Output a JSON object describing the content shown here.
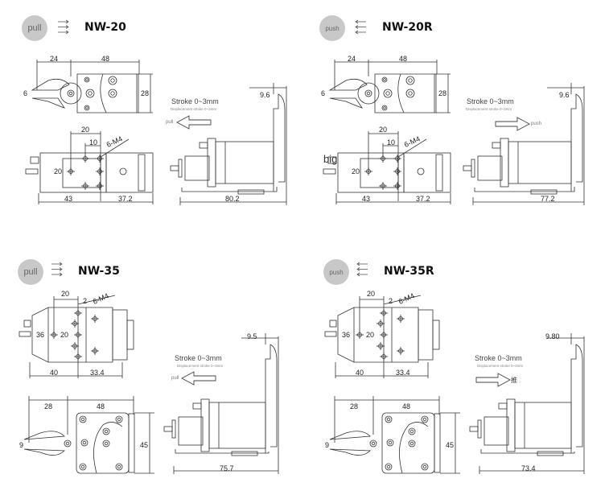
{
  "panels": [
    {
      "badge": "pull",
      "direction": "pull",
      "model": "NW-20",
      "stroke": "Stroke 0~3mm",
      "stroke_sub": "Displacement stroke 0~3mm",
      "arrow_label": "pull",
      "dims": {
        "jaw_len": "24",
        "body_len": "48",
        "jaw_open": "6",
        "height": "28",
        "hole_span": "20",
        "hole_pitch": "10",
        "thread": "6-M4",
        "hole_height": "20",
        "base_left": "43",
        "base_right": "37.2",
        "side_total": "80.2",
        "side_top": "9.6"
      }
    },
    {
      "badge": "push",
      "direction": "push",
      "model": "NW-20R",
      "stroke": "Stroke 0~3mm",
      "stroke_sub": "Displacement stroke 0~3mm",
      "arrow_label": "push",
      "extra": "big",
      "dims": {
        "jaw_len": "24",
        "body_len": "48",
        "jaw_open": "6",
        "height": "28",
        "hole_span": "20",
        "hole_pitch": "10",
        "thread": "6-M4",
        "hole_height": "20",
        "base_left": "43",
        "base_right": "37.2",
        "side_total": "77.2",
        "side_top": "9.6"
      }
    },
    {
      "badge": "pull",
      "direction": "pull",
      "model": "NW-35",
      "stroke": "Stroke 0~3mm",
      "stroke_sub": "Displacement stroke 0~3mm",
      "arrow_label": "pull",
      "dims": {
        "hole_span": "20",
        "hole_offset": "2",
        "thread": "6-M4",
        "width": "36",
        "hole_height": "20",
        "base_left": "40",
        "base_right": "33.4",
        "jaw_len": "28",
        "body_len": "48",
        "jaw_open": "9",
        "height": "45",
        "side_total": "75.7",
        "side_top": "9.5"
      }
    },
    {
      "badge": "push",
      "direction": "push",
      "model": "NW-35R",
      "stroke": "Stroke 0~3mm",
      "stroke_sub": "Displacement stroke 0~3mm",
      "arrow_label": "推",
      "dims": {
        "hole_span": "20",
        "hole_offset": "2",
        "thread": "6-M4",
        "width": "36",
        "hole_height": "20",
        "base_left": "40",
        "base_right": "33.4",
        "jaw_len": "28",
        "body_len": "48",
        "jaw_open": "9",
        "height": "45",
        "side_total": "73.4",
        "side_top": "9.80"
      }
    }
  ]
}
